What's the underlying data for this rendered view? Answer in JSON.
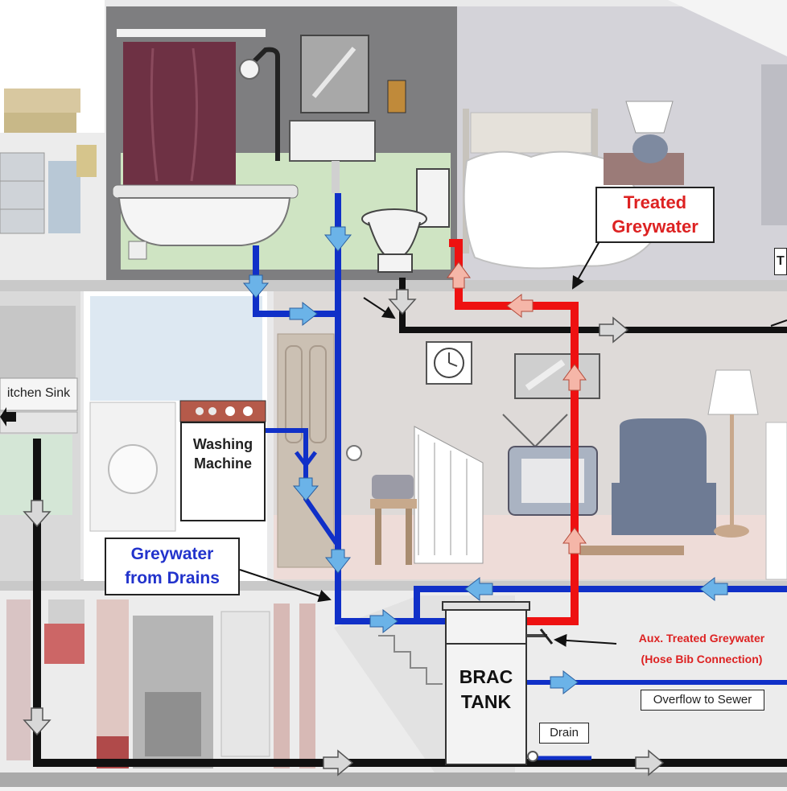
{
  "labels": {
    "treated_line1": "Treated",
    "treated_line2": "Greywater",
    "greywater_line1": "Greywater",
    "greywater_line2": "from Drains",
    "washing_line1": "Washing",
    "washing_line2": "Machine",
    "kitchen_sink": "itchen Sink",
    "aux_line1": "Aux. Treated Greywater",
    "aux_line2": "(Hose Bib Connection)",
    "tank_line1": "BRAC",
    "tank_line2": "TANK",
    "overflow": "Overflow to Sewer",
    "drain": "Drain",
    "edge_label": "T"
  },
  "colors": {
    "greywater_pipe": "#1030c8",
    "treated_pipe": "#ee1111",
    "sewer_pipe": "#111111",
    "flow_arrow_blue": "#6bb3e8",
    "flow_arrow_pink": "#f5b6a8",
    "flow_arrow_grey": "#d8d8d8",
    "label_red": "#dd2222",
    "label_blue": "#2233cc"
  },
  "icons": [
    "shower-head-icon",
    "lamp-icon",
    "clock-icon",
    "telephone-icon",
    "tv-icon",
    "armchair-icon",
    "floor-lamp-icon",
    "hose-bib-icon",
    "outlet-icon"
  ]
}
